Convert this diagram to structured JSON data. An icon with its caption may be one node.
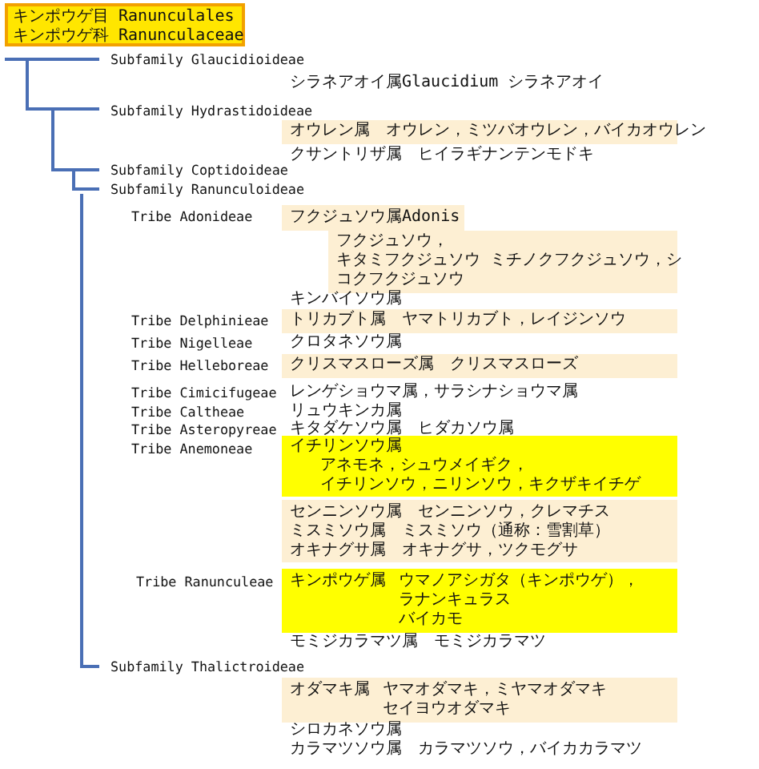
{
  "diagram": {
    "nodes": [
      {
        "text": [
          "キンポウゲ目 Ranunculales",
          "キンポウゲ科 Ranunculaceae"
        ]
      },
      {
        "text": [
          "オウレン属　オウレン，ミツバオウレン，バイカオウレン"
        ]
      },
      {
        "text": [
          "フクジュソウ属Adonis"
        ]
      },
      {
        "text": [
          "フクジュソウ，",
          "キタミフクジュソウ ミチノクフクジュソウ，シコクフクジュソウ"
        ]
      },
      {
        "text": [
          "トリカブト属　ヤマトリカブト，レイジンソウ"
        ]
      },
      {
        "text": [
          "クリスマスローズ属　クリスマスローズ"
        ]
      },
      {
        "text": [
          "イチリンソウ属",
          "アネモネ，シュウメイギク，",
          "イチリンソウ，ニリンソウ，キクザキイチゲ"
        ]
      },
      {
        "text": [
          "センニンソウ属　センニンソウ，クレマチス",
          "ミスミソウ属　ミスミソウ（通称：雪割草）",
          "オキナグサ属　オキナグサ，ツクモグサ"
        ]
      },
      {
        "text": [
          "キンポウゲ属",
          "ウマノアシガタ（キンポウゲ），",
          "ラナンキュラス",
          "バイカモ"
        ]
      },
      {
        "text": [
          "オダマキ属",
          "ヤマオダマキ，ミヤマオダマキ",
          "セイヨウオダマキ"
        ]
      }
    ],
    "labels": [
      "Subfamily Glaucidioideae",
      "シラネアオイ属Glaucidium シラネアオイ",
      "Subfamily Hydrastidoideae",
      "クサントリザ属　ヒイラギナンテンモドキ",
      "Subfamily Coptidoideae",
      "Subfamily Ranunculoideae",
      "Tribe Adonideae",
      "キンバイソウ属",
      "Tribe Delphinieae",
      "Tribe Nigelleae",
      "クロタネソウ属",
      "Tribe Helleboreae",
      "Tribe Cimicifugeae",
      "レンゲショウマ属，サラシナショウマ属",
      "Tribe Caltheae",
      "リュウキンカ属",
      "Tribe Asteropyreae",
      "キタダケソウ属　ヒダカソウ属",
      "Tribe Anemoneae",
      "Tribe Ranunculeae",
      "モミジカラマツ属　モミジカラマツ",
      "Subfamily Thalictroideae",
      "シロカネソウ属",
      "カラマツソウ属　カラマツソウ，バイカカラマツ"
    ]
  }
}
